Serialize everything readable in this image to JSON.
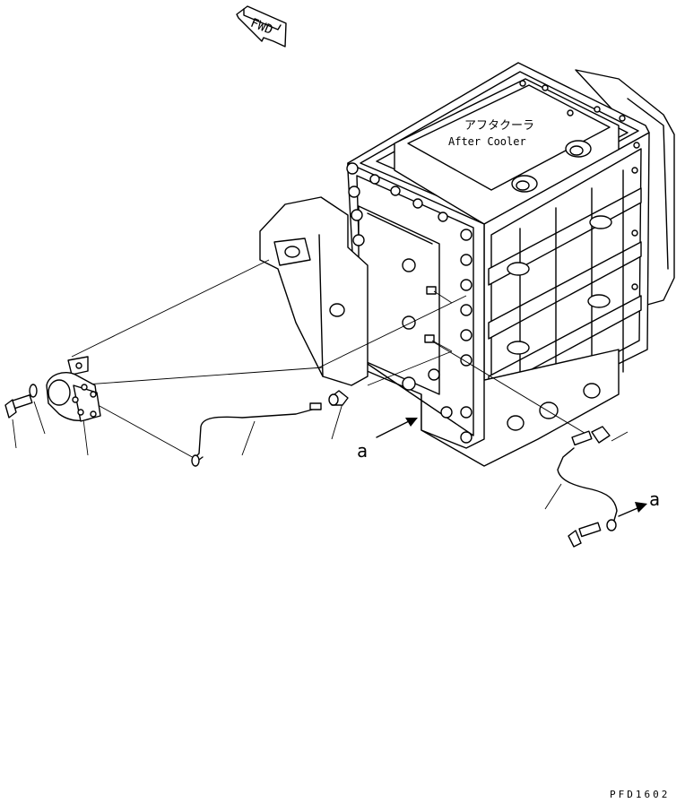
{
  "fwd_label": "FWD",
  "component_label_jp": "アフタクーラ",
  "component_label_en": "After Cooler",
  "ref_marks": [
    "a",
    "a"
  ],
  "drawing_id": "PFD1602"
}
